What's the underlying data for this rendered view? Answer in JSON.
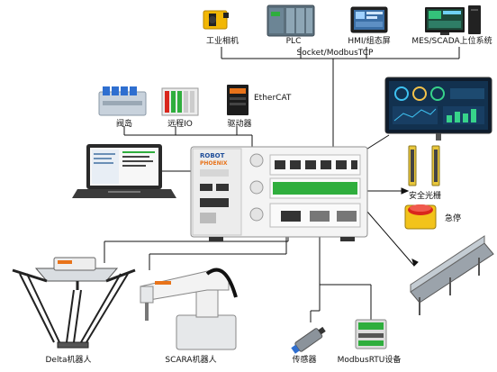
{
  "labels": {
    "camera": "工业相机",
    "plc": "PLC",
    "hmi": "HMI/组态屏",
    "mes": "MES/SCADA上位系统",
    "bus": "Socket/ModbusTCP",
    "ethercat": "EtherCAT",
    "valve": "阀岛",
    "remote_io": "远程IO",
    "driver": "驱动器",
    "light_curtain": "安全光栅",
    "estop": "急停",
    "delta": "Delta机器人",
    "scara": "SCARA机器人",
    "sensor": "传感器",
    "modbus_rtu": "ModbusRTU设备"
  },
  "controller": {
    "logo_top": "ROBOT",
    "logo_bottom": "PHOENIX"
  },
  "colors": {
    "line": "#111111",
    "controller_body": "#f4f4f4",
    "brand_orange": "#e8731a",
    "brand_blue": "#1f4e9a",
    "estop_red": "#d9261c",
    "estop_yellow": "#f2c31b"
  }
}
